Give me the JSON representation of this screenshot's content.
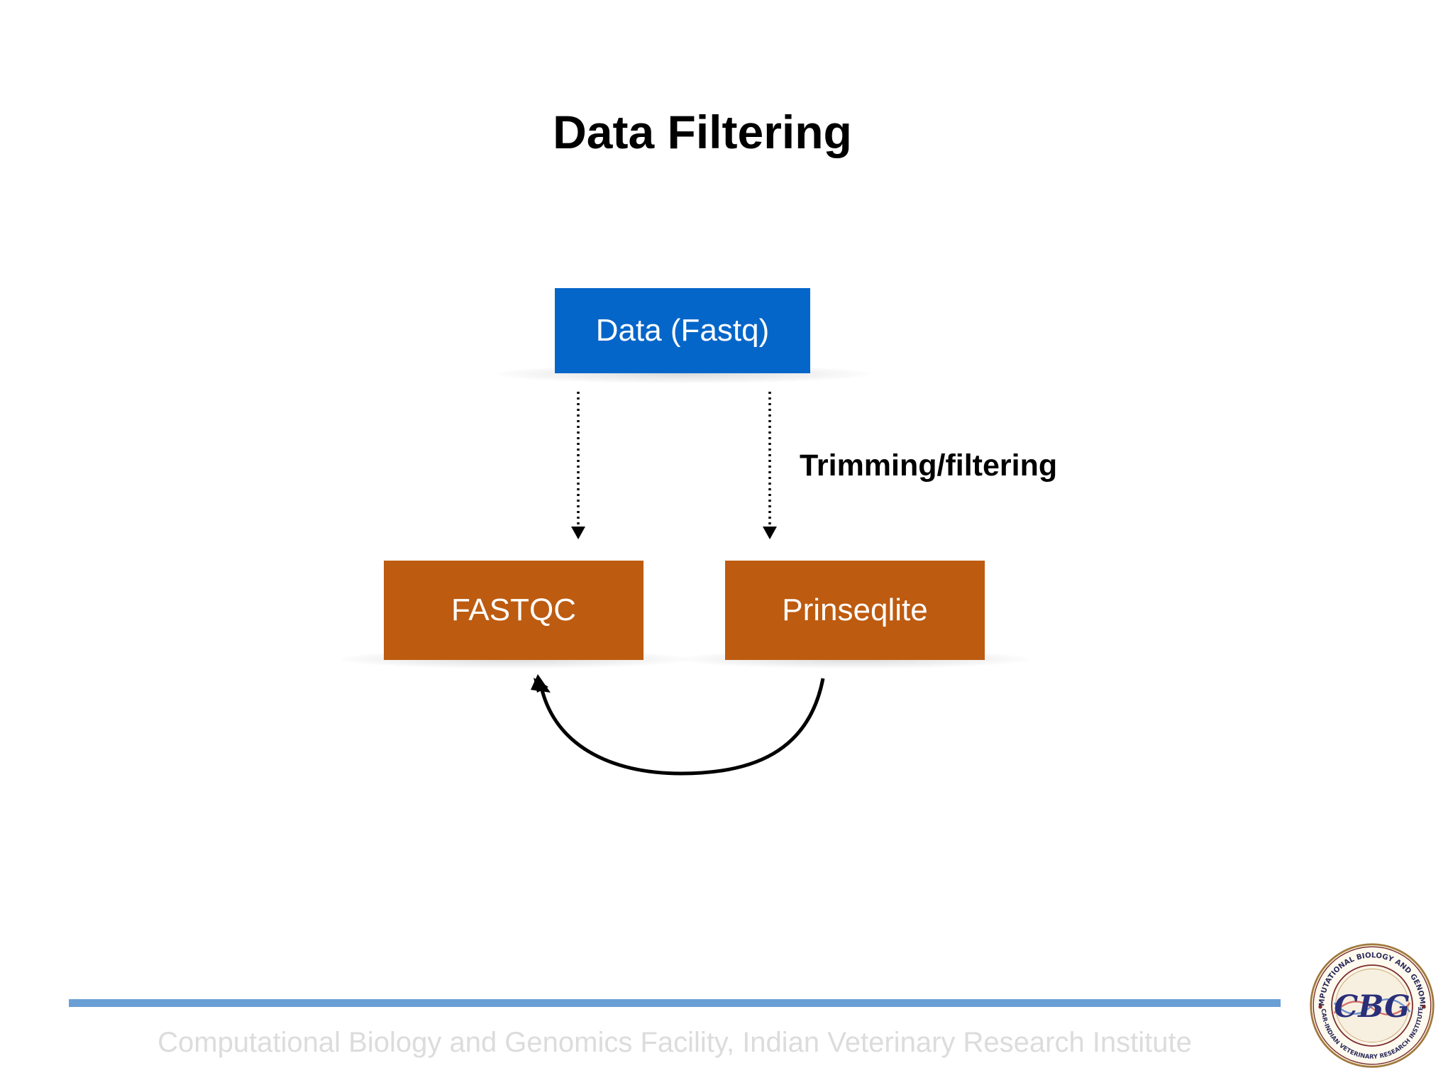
{
  "slide": {
    "title": "Data Filtering",
    "footer": "Computational Biology and Genomics Facility, Indian Veterinary Research Institute"
  },
  "diagram": {
    "nodes": {
      "data": {
        "label": "Data (Fastq)",
        "color": "#0566c9"
      },
      "fastqc": {
        "label": "FASTQC",
        "color": "#bd5b10"
      },
      "prinseq": {
        "label": "Prinseqlite",
        "color": "#bd5b10"
      }
    },
    "edges": [
      {
        "from": "data",
        "to": "fastqc",
        "style": "dotted",
        "label": ""
      },
      {
        "from": "data",
        "to": "prinseq",
        "style": "dotted",
        "label": "Trimming/filtering"
      },
      {
        "from": "prinseq",
        "to": "fastqc",
        "style": "curved-solid",
        "label": ""
      }
    ]
  },
  "logo": {
    "name": "cbg-logo",
    "ring_text_top": "COMPUTATIONAL BIOLOGY AND GENOMICS",
    "ring_text_bottom": "ICAR-INDIAN VETERINARY RESEARCH INSTITUTE",
    "monogram": "CBG"
  },
  "colors": {
    "footer_rule": "#6a9fd6",
    "footer_text": "#dcdcdc"
  }
}
